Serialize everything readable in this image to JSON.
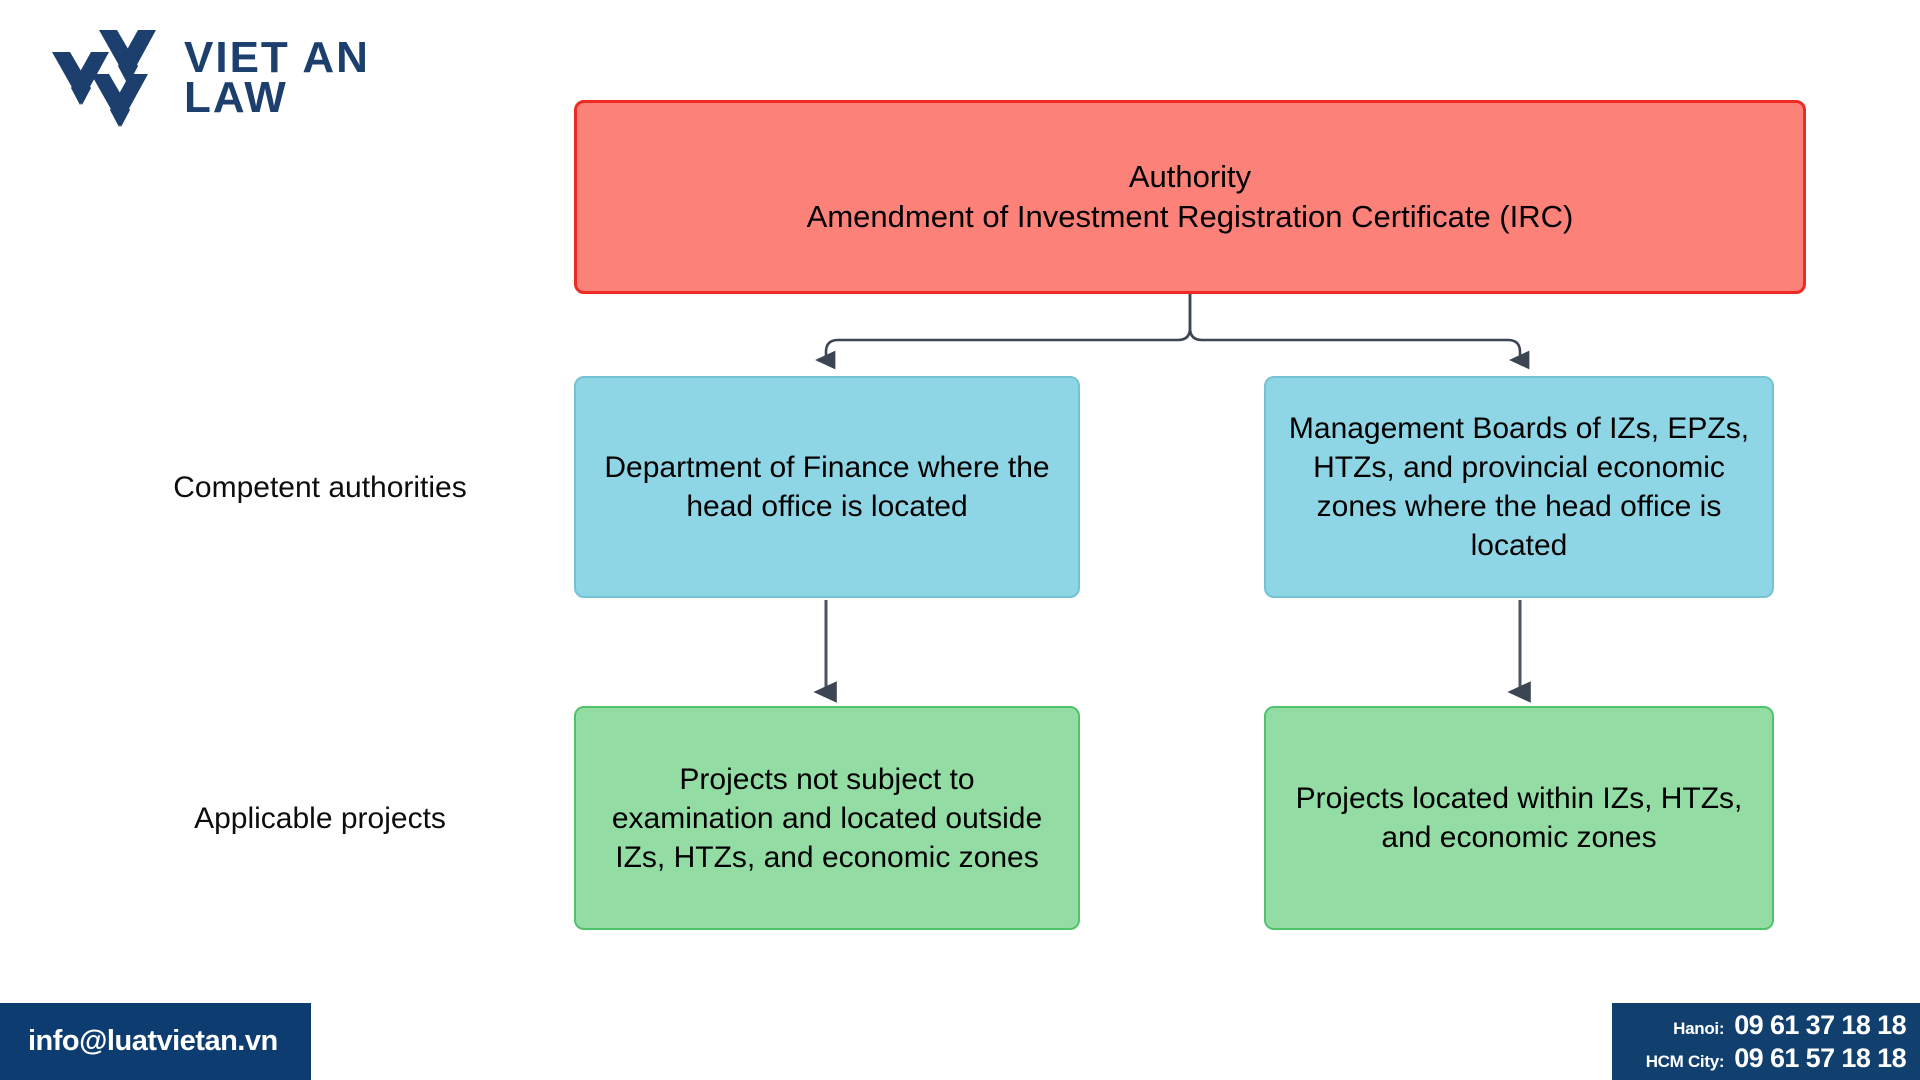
{
  "brand": {
    "logo_line1": "VIET AN",
    "logo_line2": "LAW",
    "logo_color": "#1c3f6e"
  },
  "diagram": {
    "type": "flowchart",
    "root": {
      "line1": "Authority",
      "line2": "Amendment of Investment Registration Certificate (IRC)",
      "fill": "#fb8179",
      "border": "#ee2a22"
    },
    "row_labels": [
      {
        "label": "Competent authorities"
      },
      {
        "label": "Applicable projects"
      }
    ],
    "branches": [
      {
        "authority": "Department of Finance where the head office is located",
        "project": "Projects not subject to examination and located outside IZs, HTZs, and economic zones"
      },
      {
        "authority": "Management Boards of IZs, EPZs, HTZs, and provincial economic zones where the head office is located",
        "project": "Projects located within IZs, HTZs, and economic zones"
      }
    ],
    "colors": {
      "authority_fill": "#8ed6e5",
      "authority_border": "#74c2d4",
      "project_fill": "#93dda5",
      "project_border": "#4fc26a",
      "connector": "#3b4652"
    }
  },
  "footer": {
    "email": "info@luatvietan.vn",
    "email_bg": "#0d3c70",
    "phones": [
      {
        "city": "Hanoi:",
        "number": "09 61 37 18 18"
      },
      {
        "city": "HCM City:",
        "number": "09 61 57 18 18"
      }
    ],
    "phones_bg": "#11406f"
  }
}
